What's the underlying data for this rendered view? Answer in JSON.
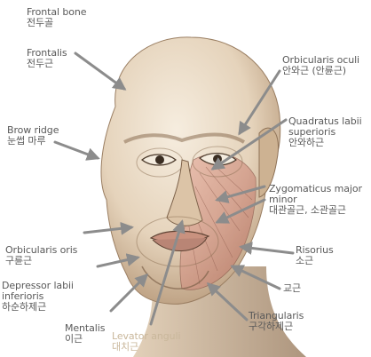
{
  "labels": {
    "frontal_bone": {
      "en": "Frontal bone",
      "ko": "전두골"
    },
    "frontalis": {
      "en": "Frontalis",
      "ko": "전두근"
    },
    "brow_ridge": {
      "en": "Brow ridge",
      "ko": "눈썹 마루"
    },
    "orbicularis_oculi": {
      "en": "Orbicularis oculi",
      "ko": "안와근 (안륜근)"
    },
    "quadratus_labii_superioris": {
      "en1": "Quadratus labii",
      "en2": "superioris",
      "ko": "안와하근"
    },
    "zygomaticus": {
      "en1": "Zygomaticus major",
      "en2": "minor",
      "ko": "대관골근, 소관골근"
    },
    "orbicularis_oris": {
      "en": "Orbicularis oris",
      "ko": "구륜근"
    },
    "risorius": {
      "en": "Risorius",
      "ko": "소근"
    },
    "masseter": {
      "ko": "교근"
    },
    "depressor_labii_inferioris": {
      "en1": "Depressor labii",
      "en2": "inferioris",
      "ko": "하순하제근"
    },
    "triangularis": {
      "en": "Triangularis",
      "ko": "구각하제근"
    },
    "mentalis": {
      "en": "Mentalis",
      "ko": "이근"
    },
    "levator_anguli": {
      "en": "Levator anguli",
      "ko": "대치근"
    }
  },
  "colors": {
    "label_text": "#595959",
    "levator_text": "#c9b79b",
    "arrow": "#8c8c8c",
    "skin_light": "#f2e6d4",
    "skin_shadow": "#b99d80",
    "muscle": "#d89b8a"
  }
}
